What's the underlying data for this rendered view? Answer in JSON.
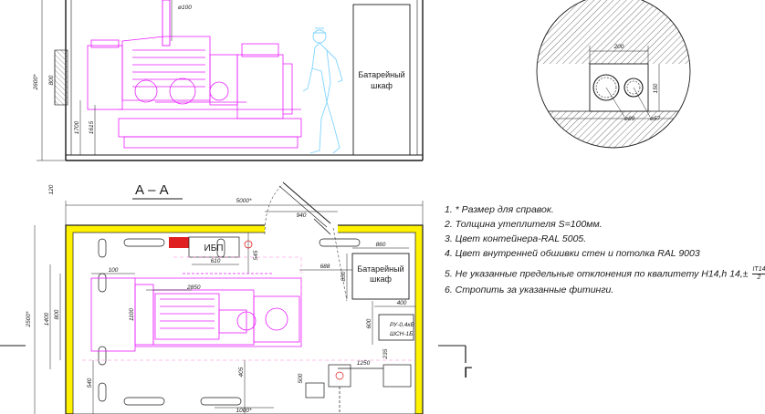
{
  "labels": {
    "battery_cabinet_line1": "Батарейный",
    "battery_cabinet_line2": "шкаф",
    "section_title": "А – А",
    "ups_label": "ИБП",
    "panel_label_line1": "РУ-0,4кВ",
    "panel_label_line2": "ШСН-1Б",
    "section_mark": "Г"
  },
  "dimensions": {
    "d100_top": "ø100",
    "h2600": "2600*",
    "h800": "800",
    "h1700": "1700",
    "h1615": "1615",
    "h120": "120",
    "w200": "200",
    "h150": "150",
    "d89": "ø89",
    "d57": "ø57",
    "w5000": "5000*",
    "w940": "940",
    "w610": "610",
    "h545": "545",
    "w860": "860",
    "w688": "688",
    "h850": "850",
    "w100_plan": "100",
    "w2850": "2850",
    "h2500": "2500*",
    "h1400": "1400",
    "h800_plan": "800",
    "h1100": "1100",
    "w400": "400",
    "h600": "600",
    "h235": "235",
    "h540": "540",
    "h405": "405",
    "w1250": "1250",
    "w500": "500",
    "w1000": "1000*"
  },
  "notes": [
    "1. * Размер для справок.",
    "2. Толщина утеплителя S=100мм.",
    "3. Цвет контейнера-RAL 5005.",
    "4. Цвет внутренней обшивки стен и потолка RAL 9003",
    "5. Не указанные предельные отклонения по квалитету Н14,h 14,±",
    "6. Стропить за указанные фитинги."
  ],
  "tolerance_fraction": {
    "numerator": "IT14",
    "denominator": "2"
  },
  "colors": {
    "line": "#1a1a1a",
    "genset": "#e81cff",
    "person": "#7fd4ff",
    "insulation": "#fff200",
    "hatch": "#3a3a3a",
    "red_block": "#e02020",
    "dashed": "#ff7ad9"
  }
}
